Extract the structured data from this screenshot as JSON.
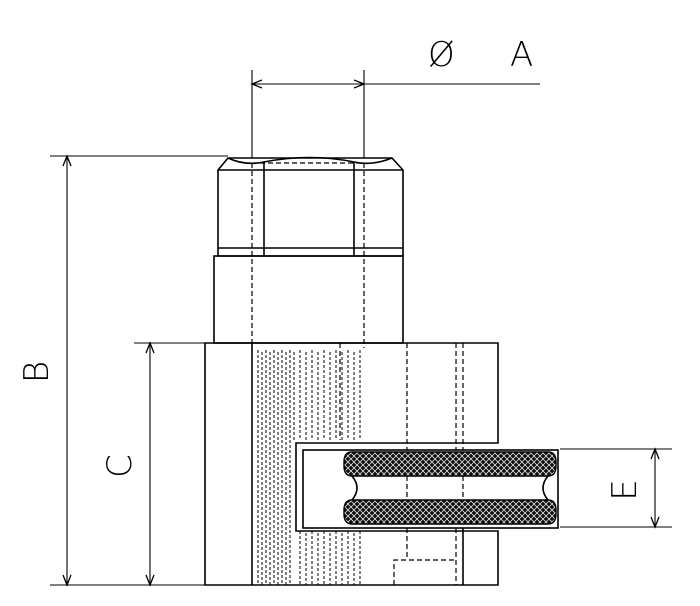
{
  "diagram": {
    "dimensions": {
      "diameter_symbol": "Ø",
      "a_label": "A",
      "b_label": "B",
      "c_label": "C",
      "e_label": "E"
    },
    "colors": {
      "line": "#000000",
      "background": "#ffffff",
      "knurl": "#111111"
    }
  }
}
